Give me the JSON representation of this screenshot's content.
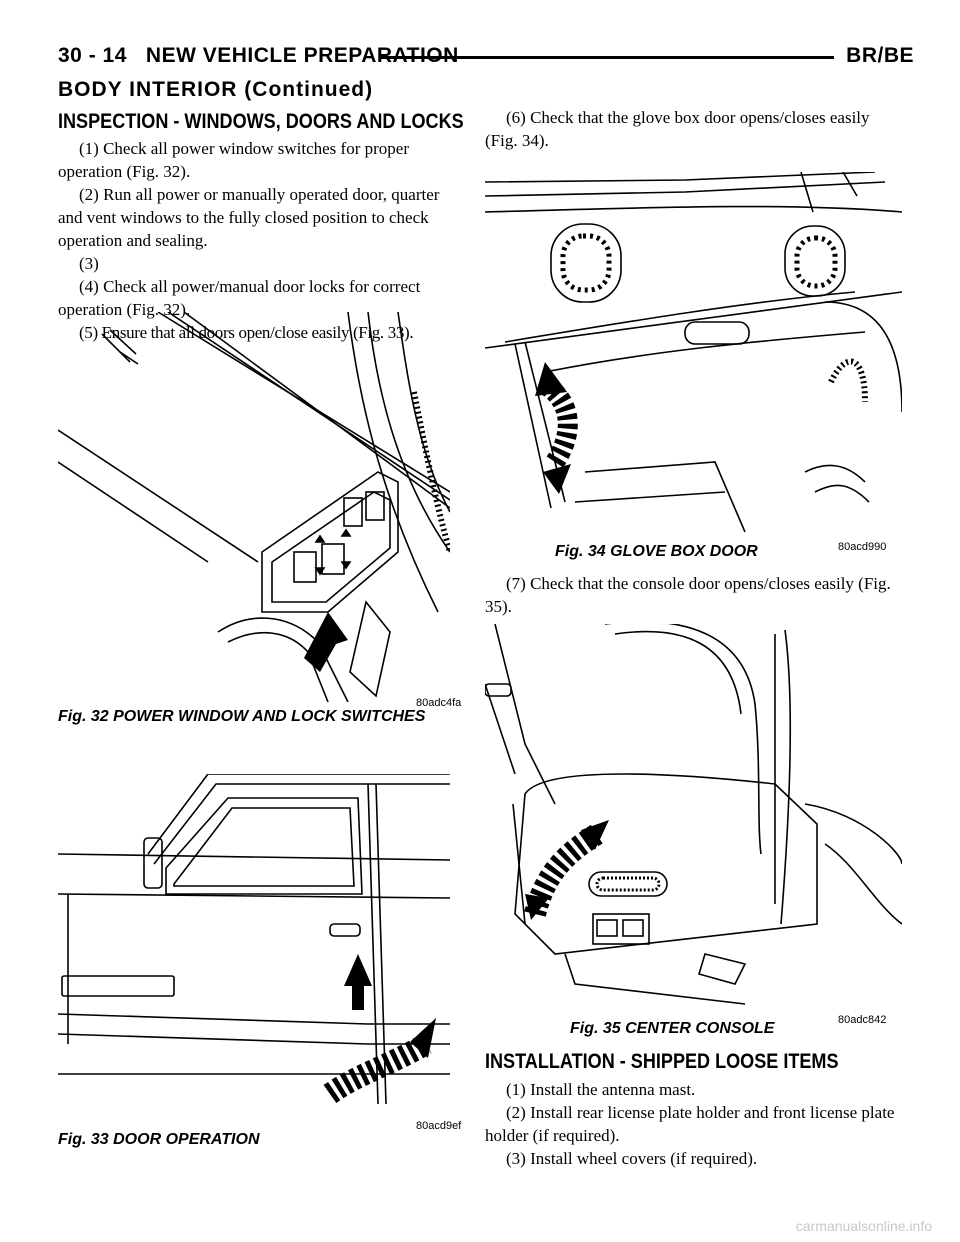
{
  "header": {
    "page_number": "30 - 14",
    "section": "NEW VEHICLE PREPARATION",
    "model": "BR/BE"
  },
  "subheading": "BODY INTERIOR (Continued)",
  "inspection": {
    "title": "INSPECTION - WINDOWS, DOORS AND LOCKS",
    "steps": [
      "(1) Check all power window switches for proper operation (Fig. 32).",
      "(2) Run all power or manually operated door, quarter and vent windows to the fully closed position to check operation and sealing.",
      "(3)",
      "(4) Check all power/manual door locks for correct operation (Fig. 32).",
      "(5) Ensure that all doors open/close easily (Fig. 33)."
    ],
    "step6": "(6) Check that the glove box door opens/closes easily (Fig. 34).",
    "step7": "(7) Check that the console door opens/closes easily (Fig. 35)."
  },
  "figures": {
    "fig32": {
      "caption": "Fig. 32 POWER WINDOW AND LOCK SWITCHES",
      "id": "80adc4fa"
    },
    "fig33": {
      "caption": "Fig. 33 DOOR OPERATION",
      "id": "80acd9ef"
    },
    "fig34": {
      "caption": "Fig. 34 GLOVE BOX DOOR",
      "id": "80acd990"
    },
    "fig35": {
      "caption": "Fig. 35 CENTER CONSOLE",
      "id": "80adc842"
    }
  },
  "installation": {
    "title": "INSTALLATION - SHIPPED LOOSE ITEMS",
    "steps": [
      "(1) Install the antenna mast.",
      "(2) Install rear license plate holder and front license plate holder (if required).",
      "(3) Install wheel covers (if required)."
    ]
  },
  "footer": "carmanualsonline.info"
}
